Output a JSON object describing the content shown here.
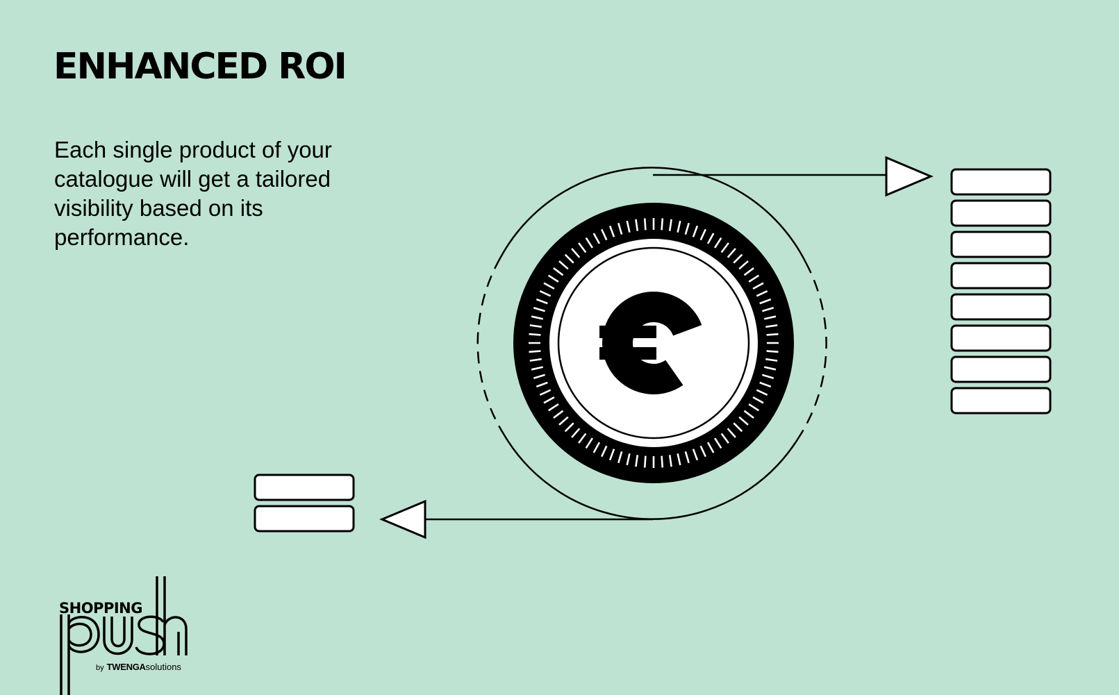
{
  "title": "ENHANCED ROI",
  "description": "Each single product of your catalogue will get a tailored visibility based on its performance.",
  "illustration": {
    "center_symbol": "€",
    "stack_right_count": 8,
    "stack_left_count": 2,
    "icons": [
      "coin-icon",
      "euro-icon",
      "arrow-right-icon",
      "arrow-left-icon"
    ]
  },
  "logo": {
    "shopping": "SHOPPING",
    "push": "push",
    "by": "by",
    "brand": "TWENGA",
    "brand_suffix": "solutions"
  },
  "colors": {
    "background": "#bfe3d3",
    "ink": "#000000",
    "paper": "#ffffff"
  }
}
